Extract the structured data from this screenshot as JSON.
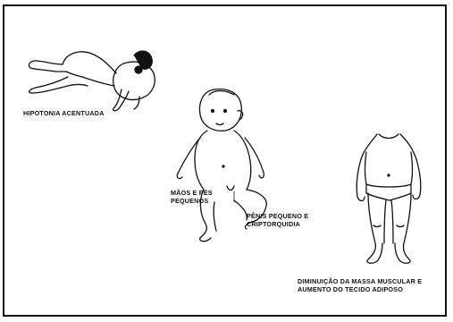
{
  "figure": {
    "label_hypotonia": "HIPOTONIA ACENTUADA",
    "label_hands_feet": [
      "MÃOS E PÉS",
      "PEQUENOS"
    ],
    "label_penis": [
      "PÊNIS PEQUENO E",
      "CRIPTORQUIDIA"
    ],
    "label_muscle": [
      "DIMINUIÇÃO DA MASSA MUSCULAR E",
      "AUMENTO DO TECIDO ADIPOSO"
    ]
  }
}
